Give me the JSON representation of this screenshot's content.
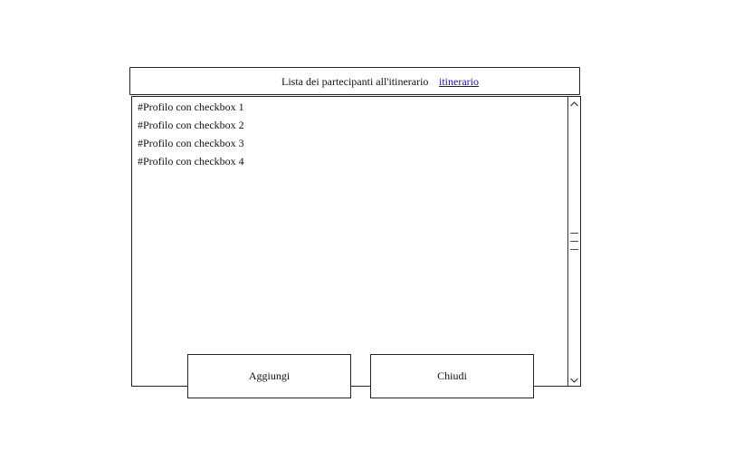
{
  "dialog": {
    "title": "Lista dei partecipanti all'itinerario",
    "link_label": "itinerario"
  },
  "participants": [
    {
      "label": "#Profilo con checkbox 1"
    },
    {
      "label": "#Profilo con checkbox 2"
    },
    {
      "label": "#Profilo con checkbox 3"
    },
    {
      "label": "#Profilo con checkbox 4"
    }
  ],
  "scrollbar": {
    "up_icon": "chevron-up-icon",
    "down_icon": "chevron-down-icon",
    "thumb_icon": "grip-lines-icon"
  },
  "buttons": {
    "add_label": "Aggiungi",
    "close_label": "Chiudi"
  }
}
